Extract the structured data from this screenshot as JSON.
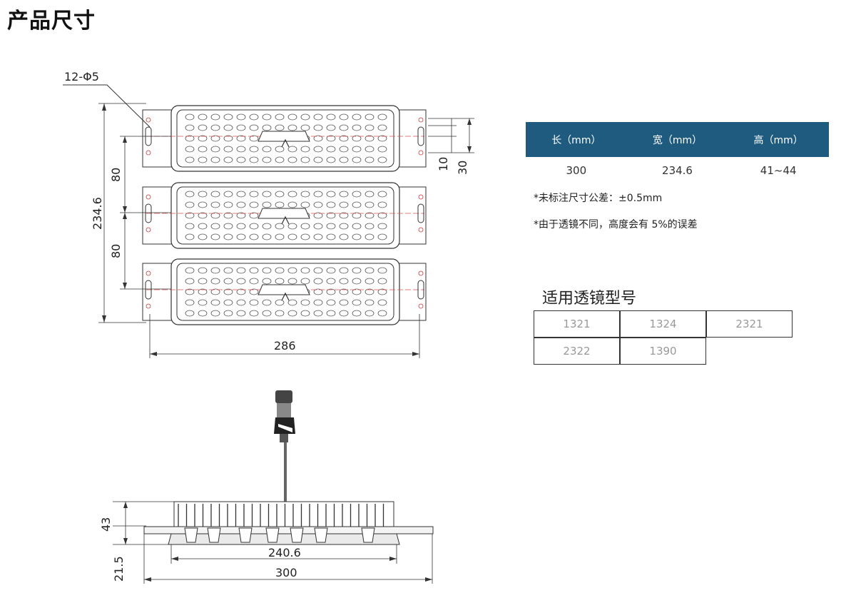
{
  "page": {
    "title": "产品尺寸"
  },
  "drawing": {
    "hole_label": "12-Φ5",
    "height_dim": "234.6",
    "pitch_dim_1": "80",
    "pitch_dim_2": "80",
    "width_dim": "286",
    "slot_dim_1": "10",
    "slot_dim_2": "30",
    "side_height": "43",
    "side_base": "21.5",
    "side_inner_width": "240.6",
    "side_outer_width": "300"
  },
  "spec_table": {
    "headers": [
      "长（mm）",
      "宽（mm）",
      "高（mm）"
    ],
    "values": [
      "300",
      "234.6",
      "41~44"
    ]
  },
  "notes": {
    "tolerance": "*未标注尺寸公差：±0.5mm",
    "height": "*由于透镜不同，高度会有 5%的误差"
  },
  "lens": {
    "title": "适用透镜型号",
    "models": [
      "1321",
      "1324",
      "2321",
      "2322",
      "1390"
    ]
  }
}
